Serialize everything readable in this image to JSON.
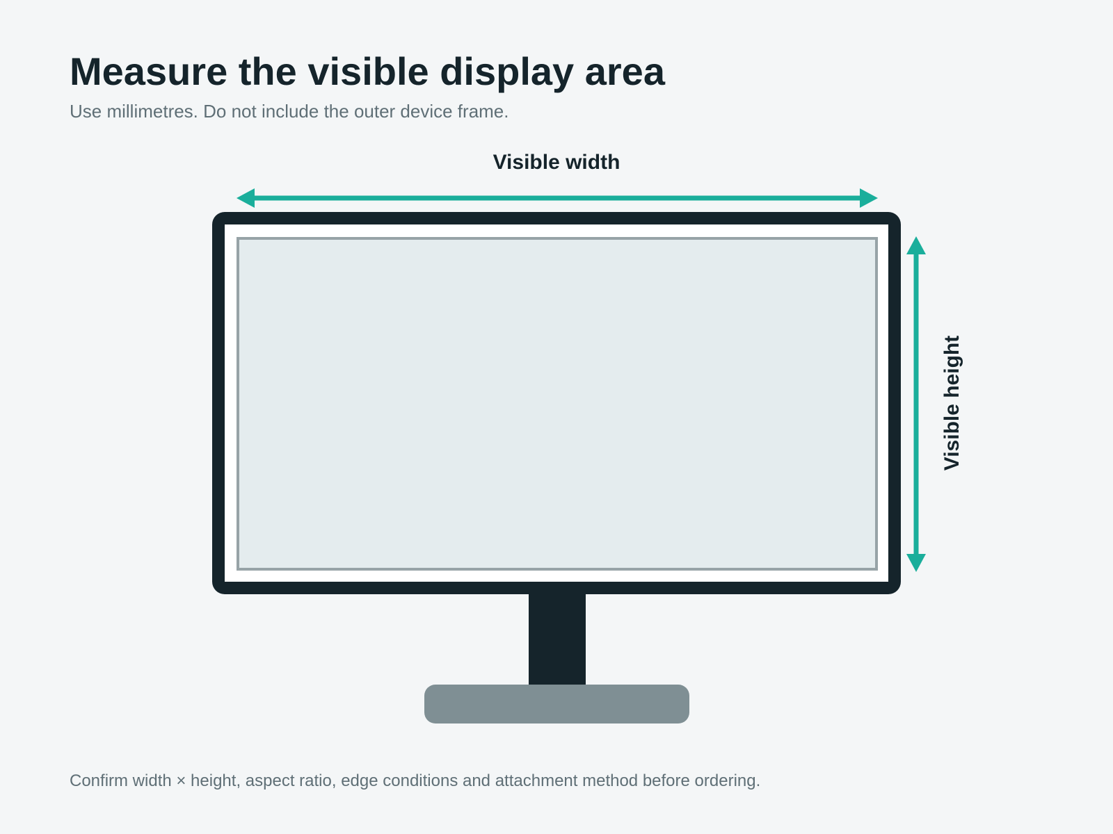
{
  "heading": {
    "title": "Measure the visible display area",
    "subtitle": "Use millimetres. Do not include the outer device frame."
  },
  "diagram": {
    "width_label": "Visible width",
    "height_label": "Visible height"
  },
  "footnote": "Confirm width × height, aspect ratio, edge conditions and attachment method before ordering.",
  "colors": {
    "background": "#f4f6f7",
    "frame": "#15242b",
    "bezel": "#ffffff",
    "screen": "#e4ecee",
    "screen_border": "#97a3a7",
    "arrow": "#1aae9b",
    "base": "#7f8f94",
    "text_primary": "#15242b",
    "text_secondary": "#5f6f76"
  }
}
